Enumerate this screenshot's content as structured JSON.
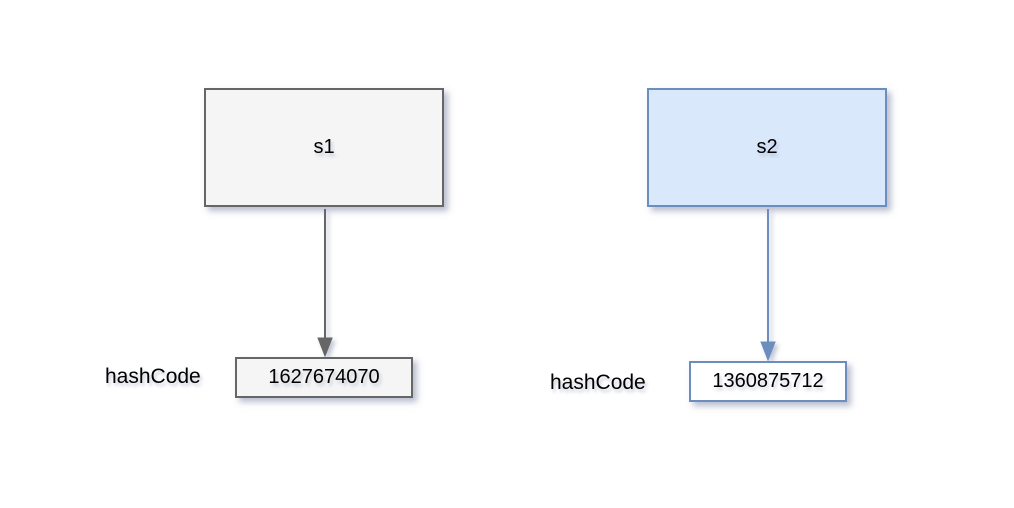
{
  "background_color": "#ffffff",
  "objects": [
    {
      "id": "s1",
      "node_label": "s1",
      "hash_label": "hashCode",
      "hash_value": "1627674070",
      "node_fill": "#f5f5f5",
      "stroke_color": "#666666",
      "value_fill": "#f5f5f5",
      "arrow_color": "#666666"
    },
    {
      "id": "s2",
      "node_label": "s2",
      "hash_label": "hashCode",
      "hash_value": "1360875712",
      "node_fill": "#dae8fc",
      "stroke_color": "#6c8ebf",
      "value_fill": "#ffffff",
      "arrow_color": "#6c8ebf"
    }
  ]
}
